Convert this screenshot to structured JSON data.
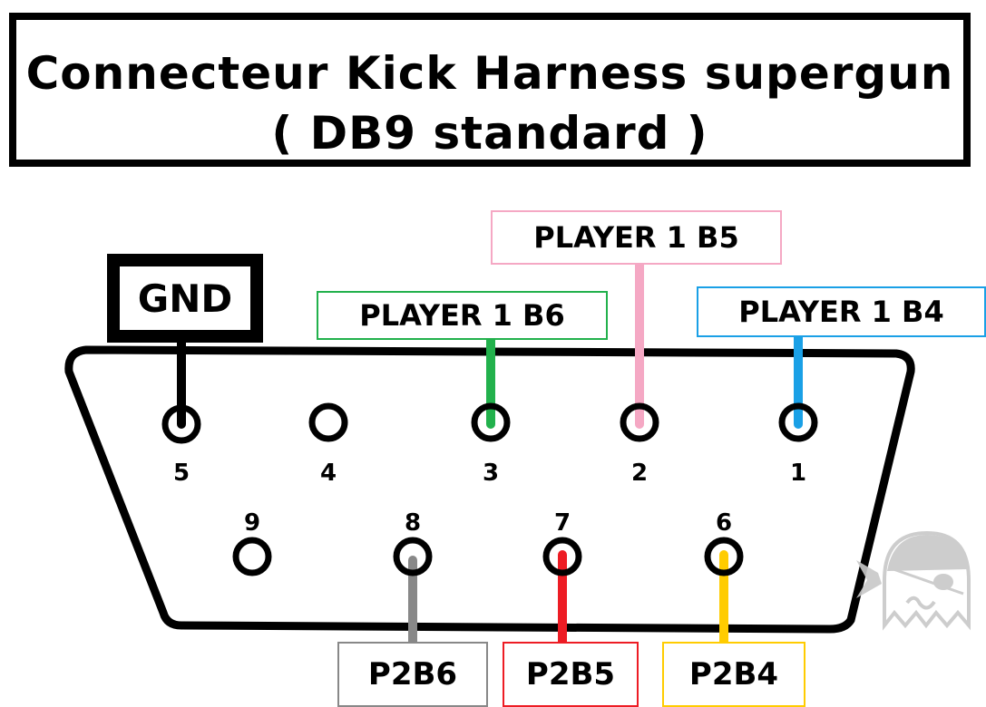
{
  "title": {
    "line1": "Connecteur Kick Harness supergun",
    "line2": "( DB9 standard )"
  },
  "pins": [
    {
      "number": "1",
      "label": "PLAYER 1 B4",
      "color": "#1aa0e6"
    },
    {
      "number": "2",
      "label": "PLAYER 1 B5",
      "color": "#f5a8c4"
    },
    {
      "number": "3",
      "label": "PLAYER 1 B6",
      "color": "#22b14c"
    },
    {
      "number": "4",
      "label": "",
      "color": ""
    },
    {
      "number": "5",
      "label": "GND",
      "color": "#000000"
    },
    {
      "number": "6",
      "label": "P2B4",
      "color": "#ffcc00"
    },
    {
      "number": "7",
      "label": "P2B5",
      "color": "#ed1c24"
    },
    {
      "number": "8",
      "label": "P2B6",
      "color": "#888888"
    },
    {
      "number": "9",
      "label": "",
      "color": ""
    }
  ],
  "logo": {
    "icon": "pirate-ghost-icon"
  }
}
